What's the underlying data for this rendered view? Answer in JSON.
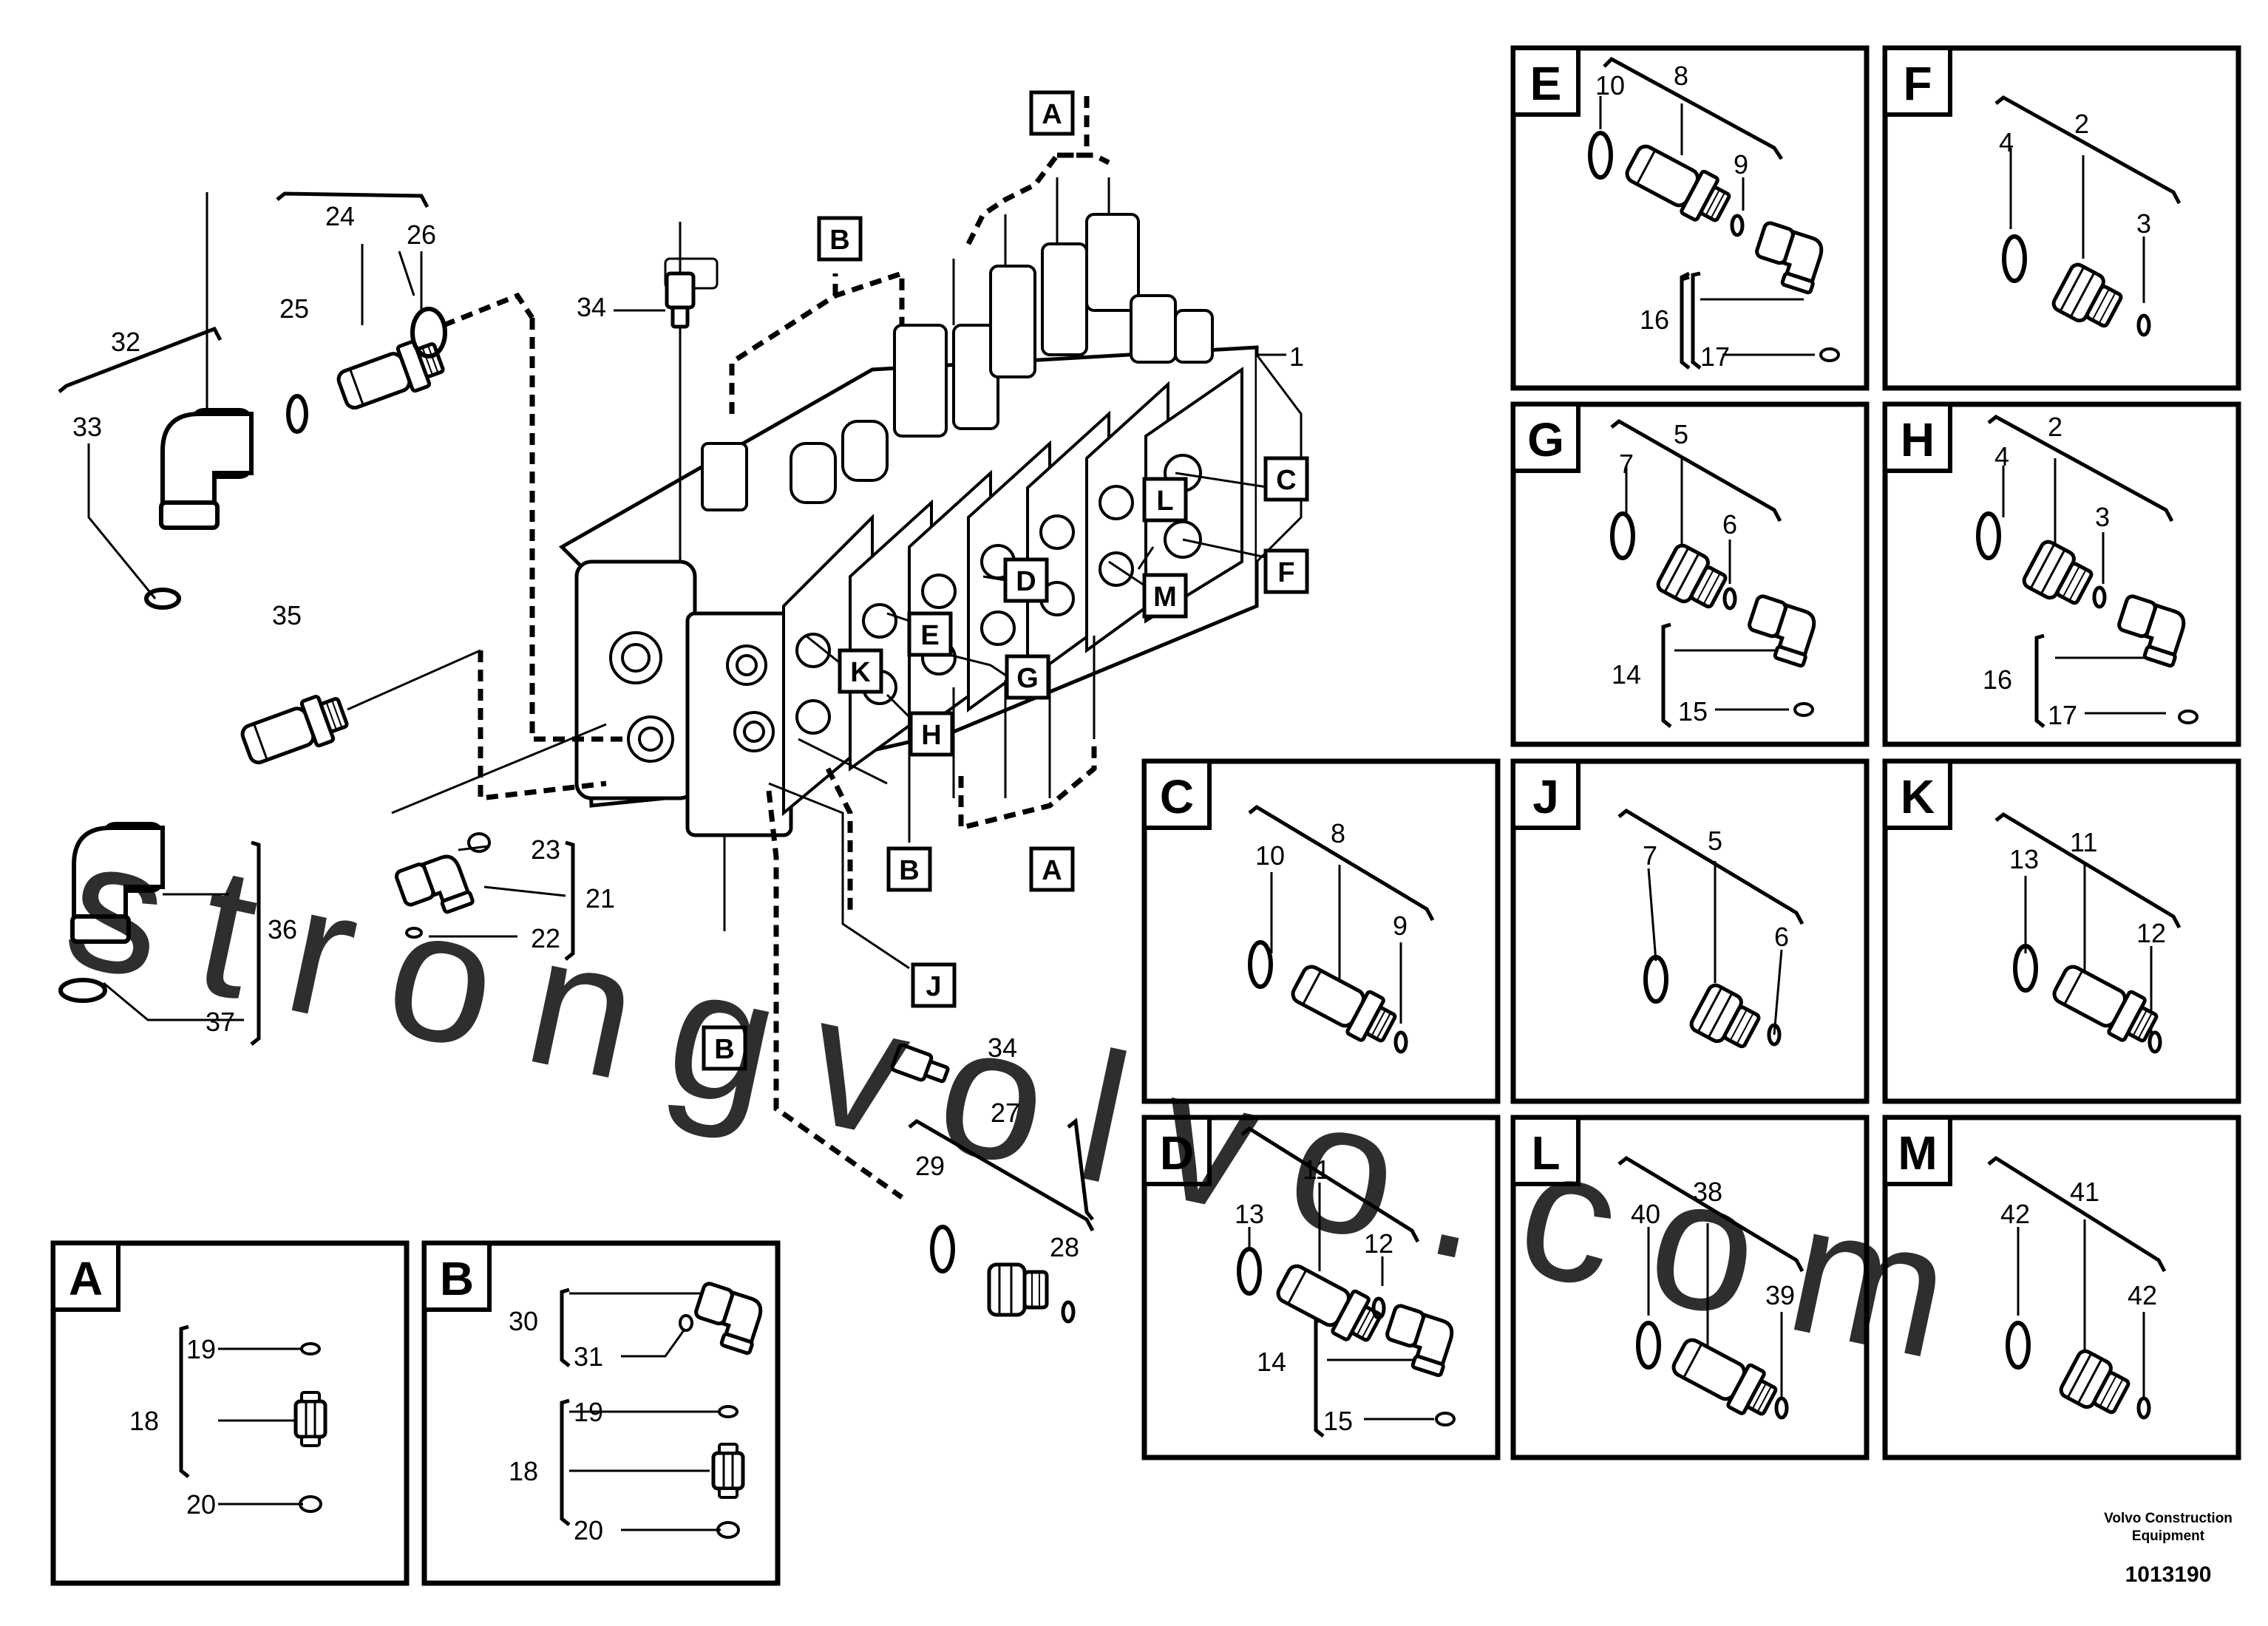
{
  "diagram": {
    "part_labels": {
      "p1": "1",
      "p2": "2",
      "p3": "3",
      "p4": "4",
      "p5": "5",
      "p6": "6",
      "p7": "7",
      "p8": "8",
      "p9": "9",
      "p10": "10",
      "p11": "11",
      "p12": "12",
      "p13": "13",
      "p14": "14",
      "p15": "15",
      "p16": "16",
      "p17": "17",
      "p18": "18",
      "p19": "19",
      "p20": "20",
      "p21": "21",
      "p22": "22",
      "p23": "23",
      "p24": "24",
      "p25": "25",
      "p26": "26",
      "p27": "27",
      "p28": "28",
      "p29": "29",
      "p30": "30",
      "p31": "31",
      "p32": "32",
      "p33": "33",
      "p34": "34",
      "p35": "35",
      "p36": "36",
      "p37": "37",
      "p38": "38",
      "p39": "39",
      "p40": "40",
      "p41": "41",
      "p42": "42"
    },
    "ref_letters": {
      "A": "A",
      "B": "B",
      "C": "C",
      "D": "D",
      "E": "E",
      "F": "F",
      "G": "G",
      "H": "H",
      "J": "J",
      "K": "K",
      "L": "L",
      "M": "M"
    },
    "corporate_line1": "Volvo Construction",
    "corporate_line2": "Equipment",
    "drawing_number": "1013190",
    "watermark": "strongvolvo.com"
  },
  "colors": {
    "ink": "#000000",
    "watermark": "#e7a6ae",
    "background": "#ffffff"
  }
}
